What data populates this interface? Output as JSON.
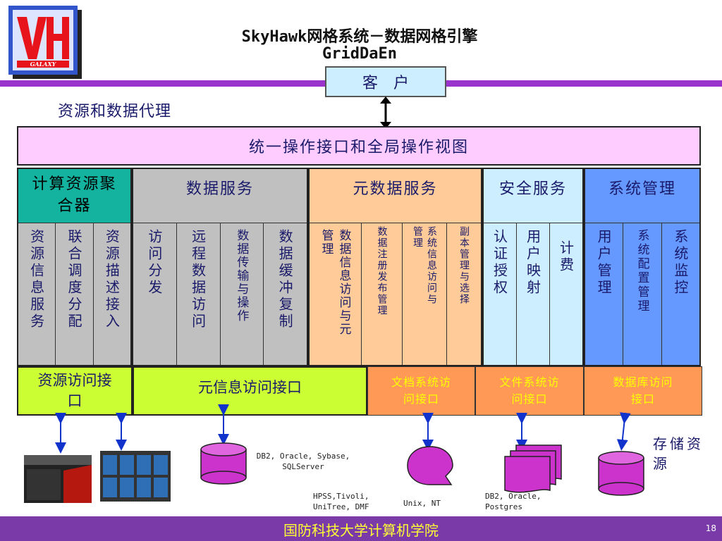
{
  "title": {
    "line1": "SkyHawk网格系统－数据网格引擎",
    "line2": "GridDaEn"
  },
  "logo": {
    "brand_text": "GALAXY"
  },
  "client_box": "客　户",
  "agent_label": "资源和数据代理",
  "unified_interface": "统一操作接口和全局操作视图",
  "groups": {
    "compute": {
      "title": "计算资源聚合器",
      "items": [
        "资源信息服务",
        "联合调度分配",
        "资源描述接入"
      ]
    },
    "data": {
      "title": "数据服务",
      "items": [
        "访问分发",
        "远程数据访问",
        "数据传输与操作",
        "数据缓冲复制"
      ]
    },
    "meta": {
      "title": "元数据服务",
      "items": [
        "数据信息访问与元管理",
        "数据注册发布管理",
        "系统信息访问与管理",
        "副本管理与选择"
      ]
    },
    "security": {
      "title": "安全服务",
      "items": [
        "认证授权",
        "用户映射",
        "计费"
      ]
    },
    "sysmgmt": {
      "title": "系统管理",
      "items": [
        "用户管理",
        "系统配置管理",
        "系统监控"
      ]
    }
  },
  "interfaces": {
    "resource_access": "资源访问接口",
    "meta_access": "元信息访问接口",
    "docsys_access": "文档系统访问接口",
    "filesys_access": "文件系统访问接口",
    "db_access": "数据库访问接口"
  },
  "storage_label": "存储资源",
  "storage_notes": {
    "db1": "DB2, Oracle, Sybase, SQLServer",
    "hpss": "HPSS,Tivoli, UniTree, DMF",
    "unix": "Unix, NT",
    "db2": "DB2, Oracle, Postgres"
  },
  "footer": {
    "org": "国防科技大学计算机学院",
    "page": "18"
  },
  "colors": {
    "purple": "#9933cc",
    "footer_bg": "#7a3aa8",
    "pink": "#ffccff",
    "teal": "#13b3a0",
    "gray": "#c0c0c0",
    "peach": "#ffcc99",
    "lightblue": "#cdeeff",
    "blue": "#6699ff",
    "yellowgreen": "#ccff33",
    "orange": "#ff9955"
  }
}
